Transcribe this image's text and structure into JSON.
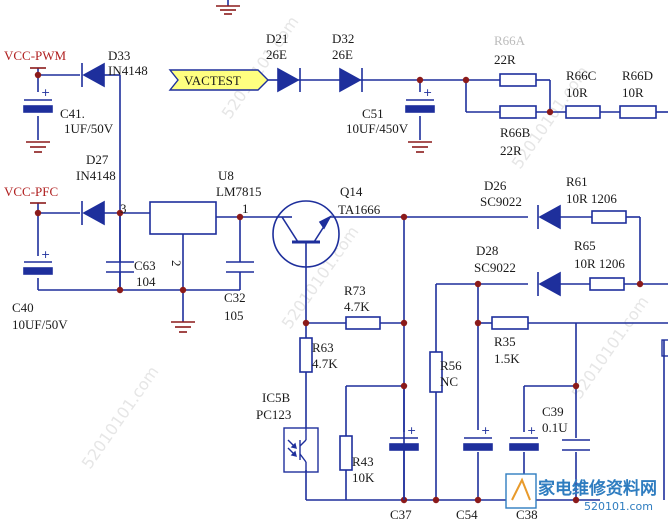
{
  "nets": {
    "vcc_pwm": "VCC-PWM",
    "vcc_pfc": "VCC-PFC",
    "vactest": "VACTEST"
  },
  "components": {
    "d33": {
      "ref": "D33",
      "value": "IN4148"
    },
    "d27": {
      "ref": "D27",
      "value": "IN4148"
    },
    "d21": {
      "ref": "D21",
      "value": "26E"
    },
    "d32": {
      "ref": "D32",
      "value": "26E"
    },
    "c41": {
      "ref": "C41.",
      "value": "1UF/50V"
    },
    "c51": {
      "ref": "C51",
      "value": "10UF/450V"
    },
    "r66a": {
      "ref": "R66A",
      "value": "22R"
    },
    "r66b": {
      "ref": "R66B",
      "value": "22R"
    },
    "r66c": {
      "ref": "R66C",
      "value": "10R"
    },
    "r66d": {
      "ref": "R66D",
      "value": "10R"
    },
    "u8": {
      "ref": "U8",
      "value": "LM7815",
      "pin1": "1",
      "pin2": "2",
      "pin3": "3"
    },
    "q14": {
      "ref": "Q14",
      "value": "TA1666"
    },
    "d26": {
      "ref": "D26",
      "value": "SC9022"
    },
    "d28": {
      "ref": "D28",
      "value": "SC9022"
    },
    "r61": {
      "ref": "R61",
      "value": "10R 1206"
    },
    "r65": {
      "ref": "R65",
      "value": "10R 1206"
    },
    "c63": {
      "ref": "C63",
      "value": "104"
    },
    "c32": {
      "ref": "C32",
      "value": "105"
    },
    "c40": {
      "ref": "C40",
      "value": "10UF/50V"
    },
    "r73": {
      "ref": "R73",
      "value": "4.7K"
    },
    "r63": {
      "ref": "R63",
      "value": "4.7K"
    },
    "r56": {
      "ref": "R56",
      "value": "NC"
    },
    "r35": {
      "ref": "R35",
      "value": "1.5K"
    },
    "r43": {
      "ref": "R43",
      "value": "10K"
    },
    "c39": {
      "ref": "C39",
      "value": "0.1U"
    },
    "ic5b": {
      "ref": "IC5B",
      "value": "PC123"
    },
    "c37": {
      "ref": "C37"
    },
    "c54": {
      "ref": "C54"
    },
    "c38": {
      "ref": "C38"
    }
  },
  "watermark": {
    "url": "52010101.com",
    "logo": "家电维修资料网",
    "logo_url": "520101.com"
  },
  "colors": {
    "wire": "#1e2f9c",
    "component": "#1e2f9c",
    "junction": "#8b1a1a",
    "net_label_fill": "#ffff80",
    "ground": "#8b1a1a"
  }
}
